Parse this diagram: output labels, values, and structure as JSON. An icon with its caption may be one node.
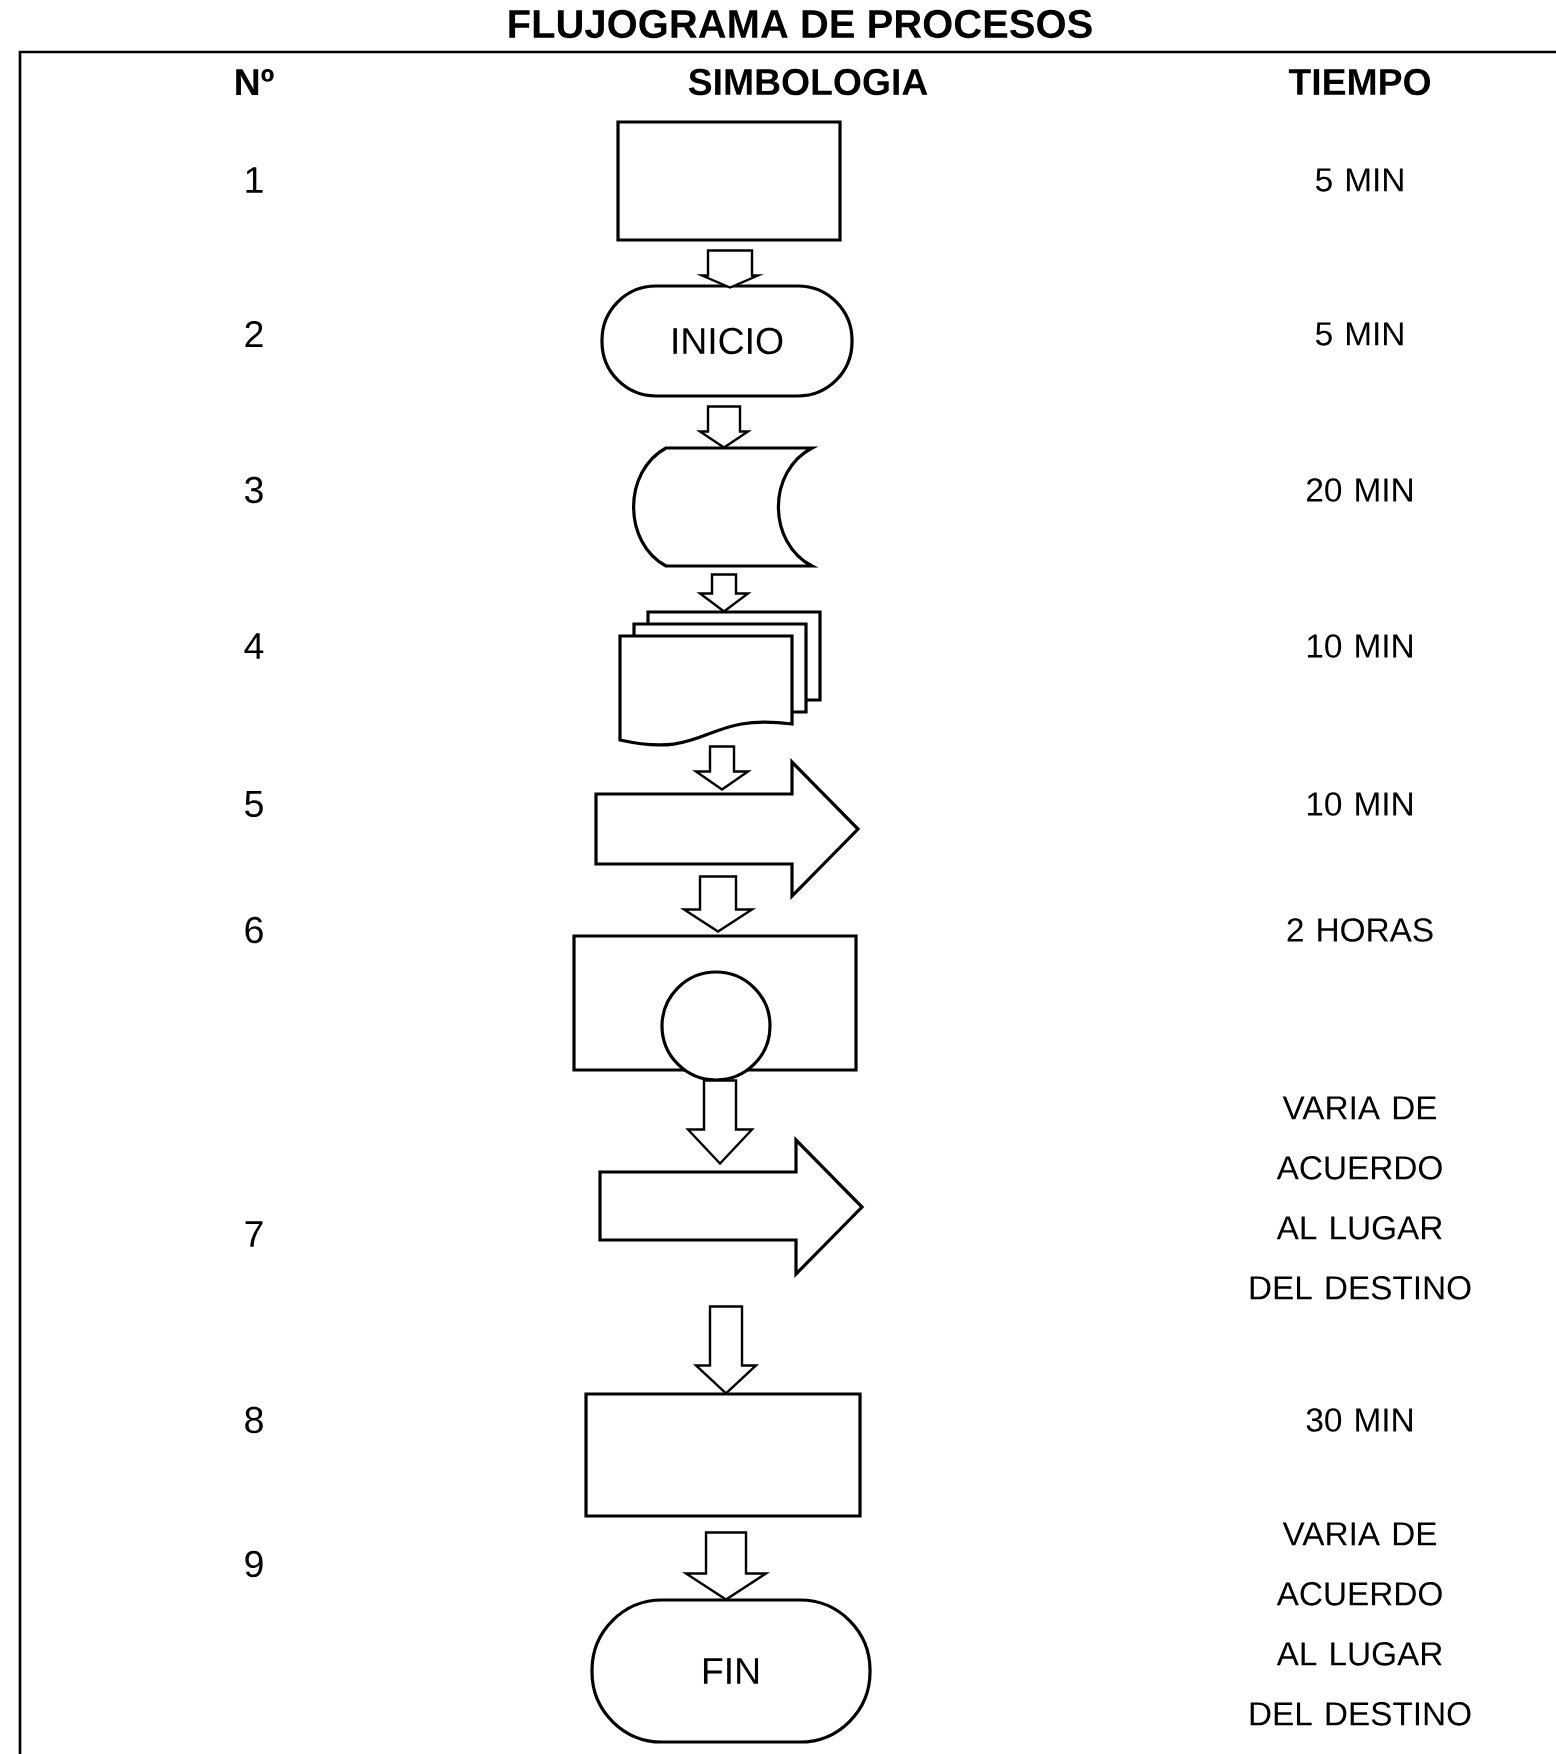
{
  "diagram": {
    "title": "FLUJOGRAMA DE PROCESOS",
    "nodes": [
      {
        "text": [],
        "shape": "box"
      },
      {
        "text": [
          "INICIO"
        ]
      },
      {
        "text": [],
        "shape": "cylinder"
      },
      {
        "text": [],
        "shape": "documents"
      },
      {
        "text": [],
        "shape": "arrow"
      },
      {
        "text": [],
        "shape": "box"
      },
      {
        "text": [],
        "shape": "arrow"
      },
      {
        "text": [],
        "shape": "box"
      },
      {
        "text": [
          "FIN"
        ]
      }
    ],
    "edges": [
      {
        "from": 0,
        "to": 1,
        "arrow": "to"
      },
      {
        "from": 1,
        "to": 2,
        "arrow": "to"
      },
      {
        "from": 2,
        "to": 3,
        "arrow": "to"
      },
      {
        "from": 3,
        "to": 4,
        "arrow": "to"
      },
      {
        "from": 4,
        "to": 5,
        "arrow": "to"
      },
      {
        "from": 5,
        "to": 6,
        "arrow": "to"
      },
      {
        "from": 6,
        "to": 7,
        "arrow": "to"
      },
      {
        "from": 7,
        "to": 8,
        "arrow": "to"
      }
    ],
    "labels": [
      "Nº",
      "SIMBOLOGIA",
      "TIEMPO",
      "1",
      "5 MIN",
      "2",
      "5 MIN",
      "3",
      "20 MIN",
      "4",
      "10 MIN",
      "5",
      "10 MIN",
      "6",
      "2 HORAS",
      "7",
      "VARIA DE ACUERDO AL LUGAR DEL DESTINO",
      "8",
      "30 MIN",
      "9",
      "VARIA DE ACUERDO AL LUGAR DEL DESTINO"
    ]
  }
}
